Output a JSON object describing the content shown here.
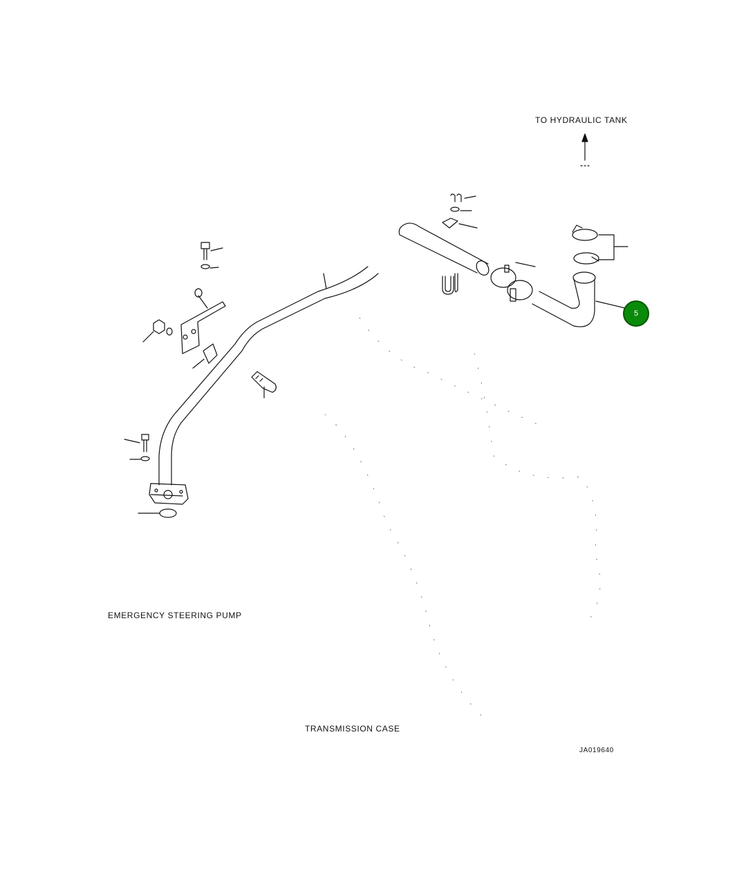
{
  "labels": {
    "to_hydraulic_tank": "TO HYDRAULIC TANK",
    "emergency_steering_pump": "EMERGENCY STEERING PUMP",
    "transmission_case": "TRANSMISSION CASE",
    "drawing_ref": "JA019640"
  },
  "callouts": [
    {
      "number": "5",
      "color": "#0a8a0a"
    }
  ]
}
